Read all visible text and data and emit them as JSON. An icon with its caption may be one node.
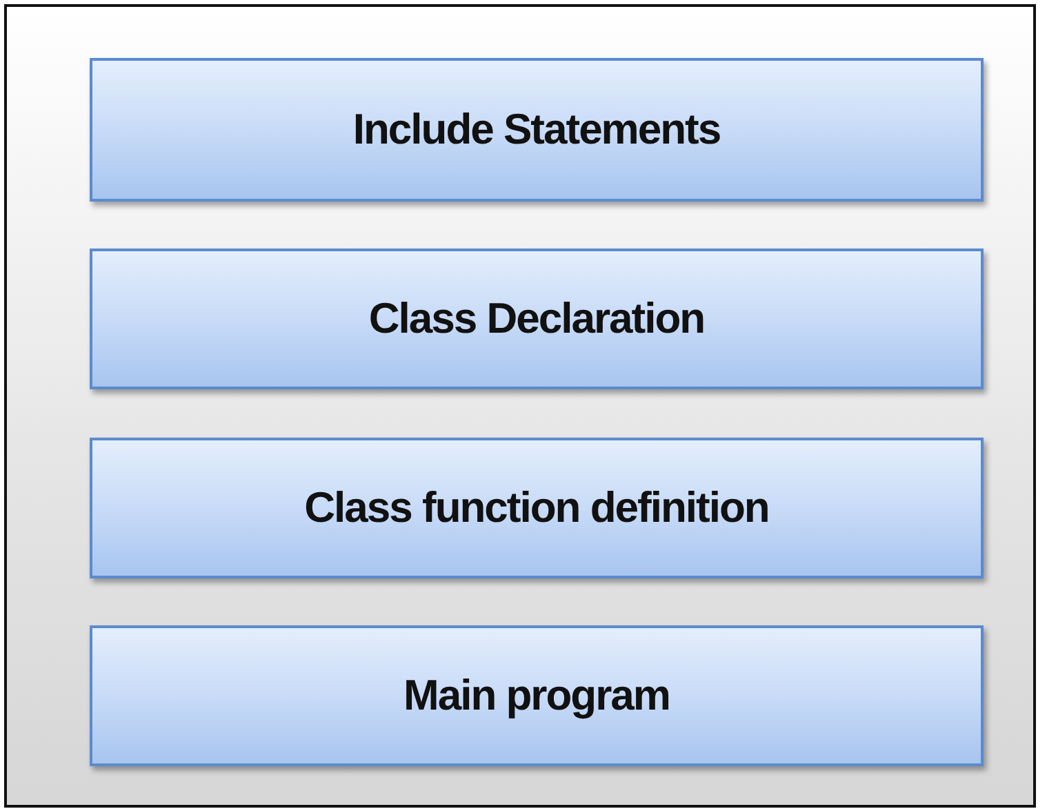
{
  "diagram": {
    "nodes": [
      {
        "text": [],
        "shape": "box"
      },
      {
        "text": [
          "Include Statements"
        ],
        "in": 0
      },
      {
        "text": [
          "Class Declaration"
        ],
        "in": 0
      },
      {
        "text": [
          "Class function definition"
        ],
        "in": 0
      },
      {
        "text": [
          "Main program"
        ],
        "in": 0
      }
    ]
  }
}
